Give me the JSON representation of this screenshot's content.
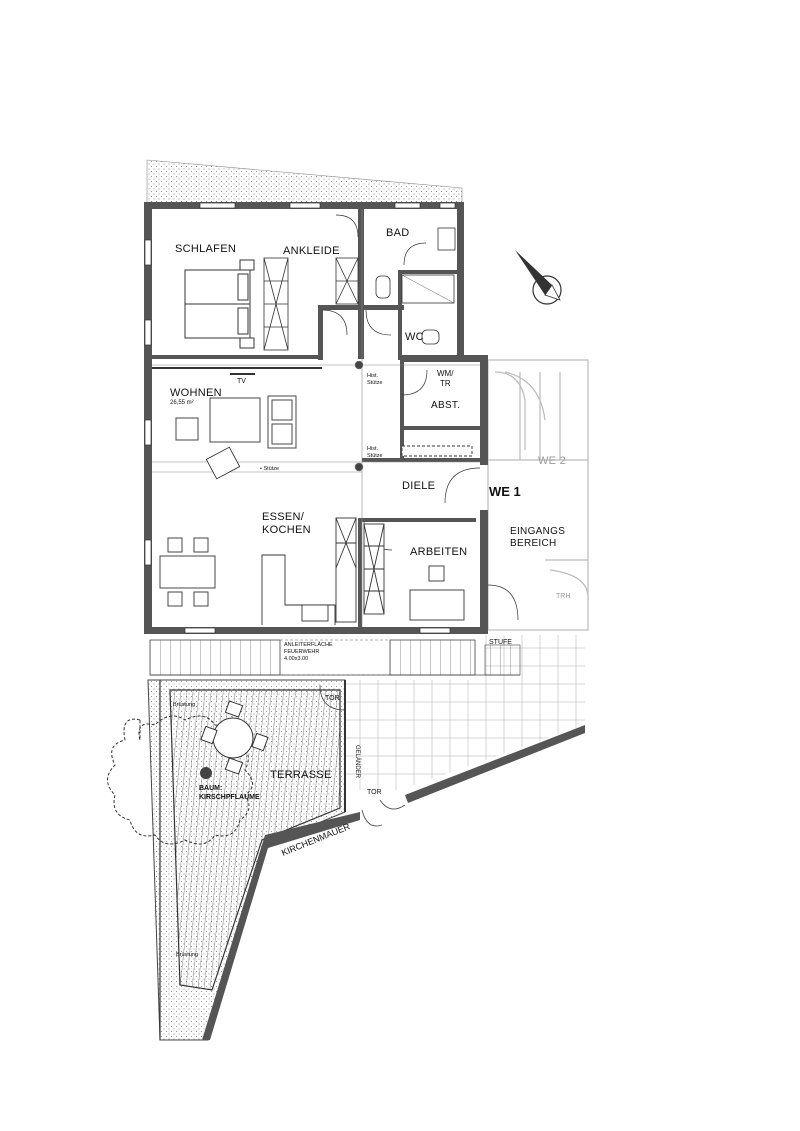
{
  "rooms": {
    "schlafen": "SCHLAFEN",
    "ankleide": "ANKLEIDE",
    "bad": "BAD",
    "wc": "WC",
    "wm_tr_1": "WM/",
    "wm_tr_2": "TR",
    "abst": "ABST.",
    "wohnen": "WOHNEN",
    "wohnen_area": "26,55 m²",
    "tv": "TV",
    "hist_stuetze_1a": "Hist.",
    "hist_stuetze_1b": "Stütze",
    "hist_stuetze_2a": "Hist.",
    "hist_stuetze_2b": "Stütze",
    "stuetze": "• Stütze",
    "diele": "DIELE",
    "we1": "WE 1",
    "we2": "WE 2",
    "eingang_1": "EINGANGS",
    "eingang_2": "BEREICH",
    "essen_1": "ESSEN/",
    "essen_2": "KOCHEN",
    "arbeiten": "ARBEITEN",
    "trh": "TRH",
    "stufe": "STUFE",
    "anleiter_1": "ANLEITERFLÄCHE",
    "anleiter_2": "FEUERWEHR",
    "anleiter_3": "4.00x3.00",
    "tor_1": "TOR",
    "tor_2": "TOR",
    "gelaender": "GELÄNDER",
    "bruestung_1": "Brüstung",
    "bruestung_2": "Brüstung",
    "terrasse": "TERRASSE",
    "baum_1": "BAUM:",
    "baum_2": "KIRSCHPFLAUME",
    "kirchenmauer": "KIRCHENMAUER"
  }
}
